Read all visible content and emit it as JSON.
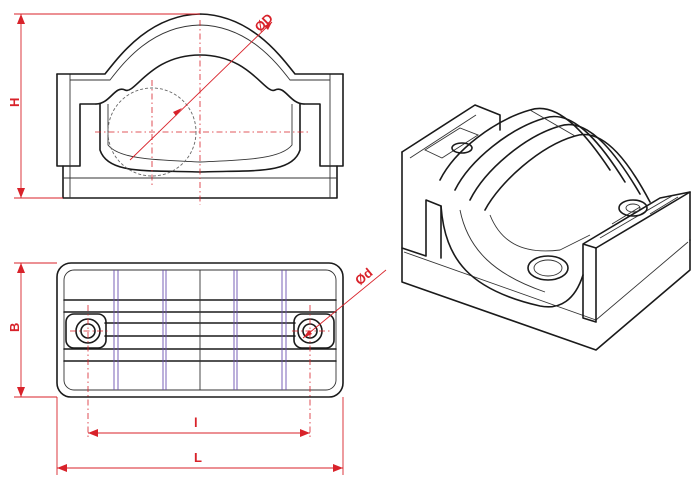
{
  "dimensions": {
    "diameter_large": "ØD",
    "height": "H",
    "width": "B",
    "hole_spacing": "l",
    "length": "L",
    "diameter_hole": "Ød"
  },
  "colors": {
    "dimension_line": "#d8222a",
    "outline": "#1a1a1a",
    "hidden_line": "#6a4fb0"
  }
}
